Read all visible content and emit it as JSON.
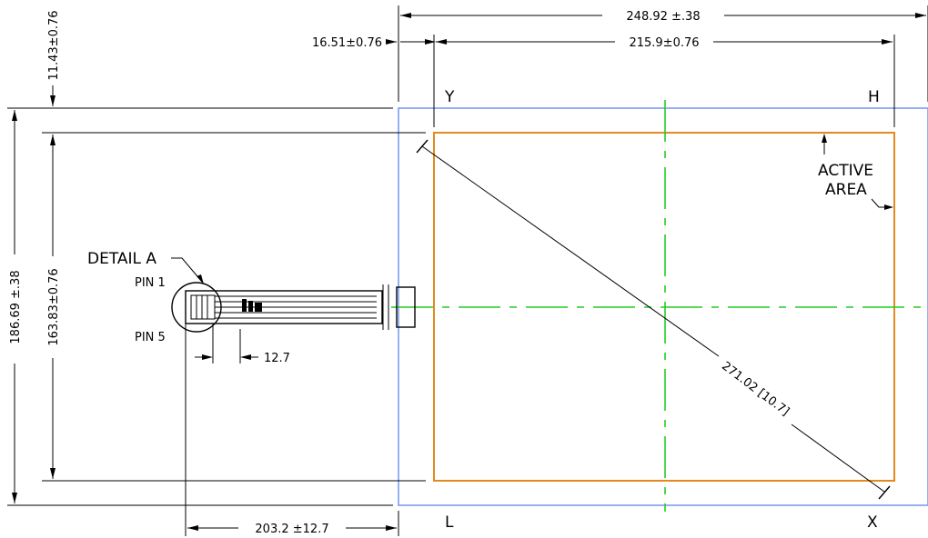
{
  "dimensions": {
    "overall_width": "248.92  ±.38",
    "active_width": "215.9±0.76",
    "left_offset": "16.51±0.76",
    "top_offset": "11.43±0.76",
    "overall_height": "186.69  ±.38",
    "active_height": "163.83±0.76",
    "tail_length": "203.2  ±12.7",
    "pin_pitch": "12.7",
    "diagonal": "271.02 [10.7]"
  },
  "corner_labels": {
    "y": "Y",
    "h": "H",
    "l": "L",
    "x": "X"
  },
  "annotations": {
    "active_area_line1": "ACTIVE",
    "active_area_line2": "AREA",
    "detail": "DETAIL  A",
    "pin1": "PIN 1",
    "pin5": "PIN 5"
  },
  "colors": {
    "outline": "#7b9cf0",
    "active_area": "#e38a1e",
    "centerline": "#22cc22",
    "dimension": "#000000"
  }
}
